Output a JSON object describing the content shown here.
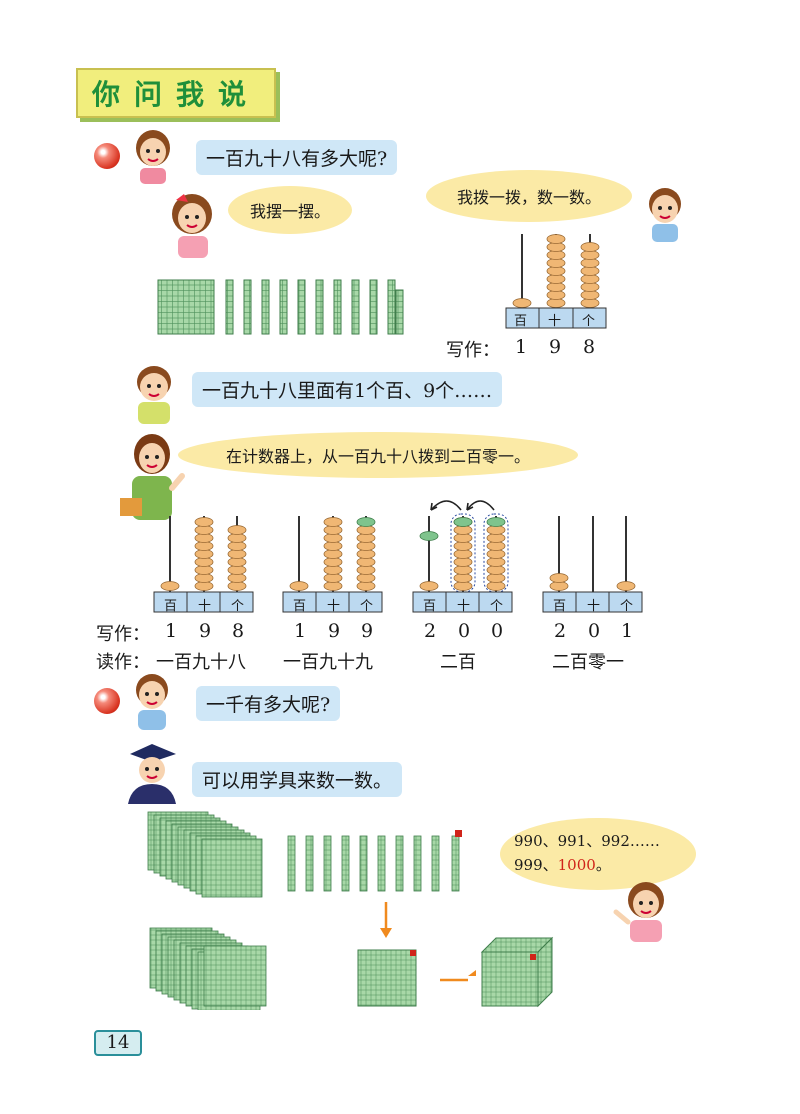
{
  "section_title": "你问我说",
  "q1": "一百九十八有多大呢?",
  "girl_bubble": "我摆一摆。",
  "boy_bubble": "我拨一拨，数一数。",
  "counter_labels": [
    "百",
    "十",
    "个"
  ],
  "write_prefix": "写作：",
  "read_prefix": "读作：",
  "top_written": [
    "1",
    "9",
    "8"
  ],
  "boy2_bubble": "一百九十八里面有1个百、9个……",
  "teacher_bubble": "在计数器上，从一百九十八拨到二百零一。",
  "counters": [
    {
      "digits": [
        "1",
        "9",
        "8"
      ],
      "reading": "一百九十八"
    },
    {
      "digits": [
        "1",
        "9",
        "9"
      ],
      "reading": "一百九十九"
    },
    {
      "digits": [
        "2",
        "0",
        "0"
      ],
      "reading": "二百"
    },
    {
      "digits": [
        "2",
        "0",
        "1"
      ],
      "reading": "二百零一"
    }
  ],
  "q2": "一千有多大呢?",
  "doctor_bubble": "可以用学具来数一数。",
  "count_line1": "990、991、992……",
  "count_line2_prefix": "999、",
  "count_line2_highlight": "1000",
  "count_line2_suffix": "。",
  "page_number": "14",
  "colors": {
    "bead": "#f0b774",
    "bead_green": "#7fc48d",
    "counter_base": "#bcd9f0",
    "highlight_red": "#d0241a",
    "arrow": "#f08a1e"
  }
}
